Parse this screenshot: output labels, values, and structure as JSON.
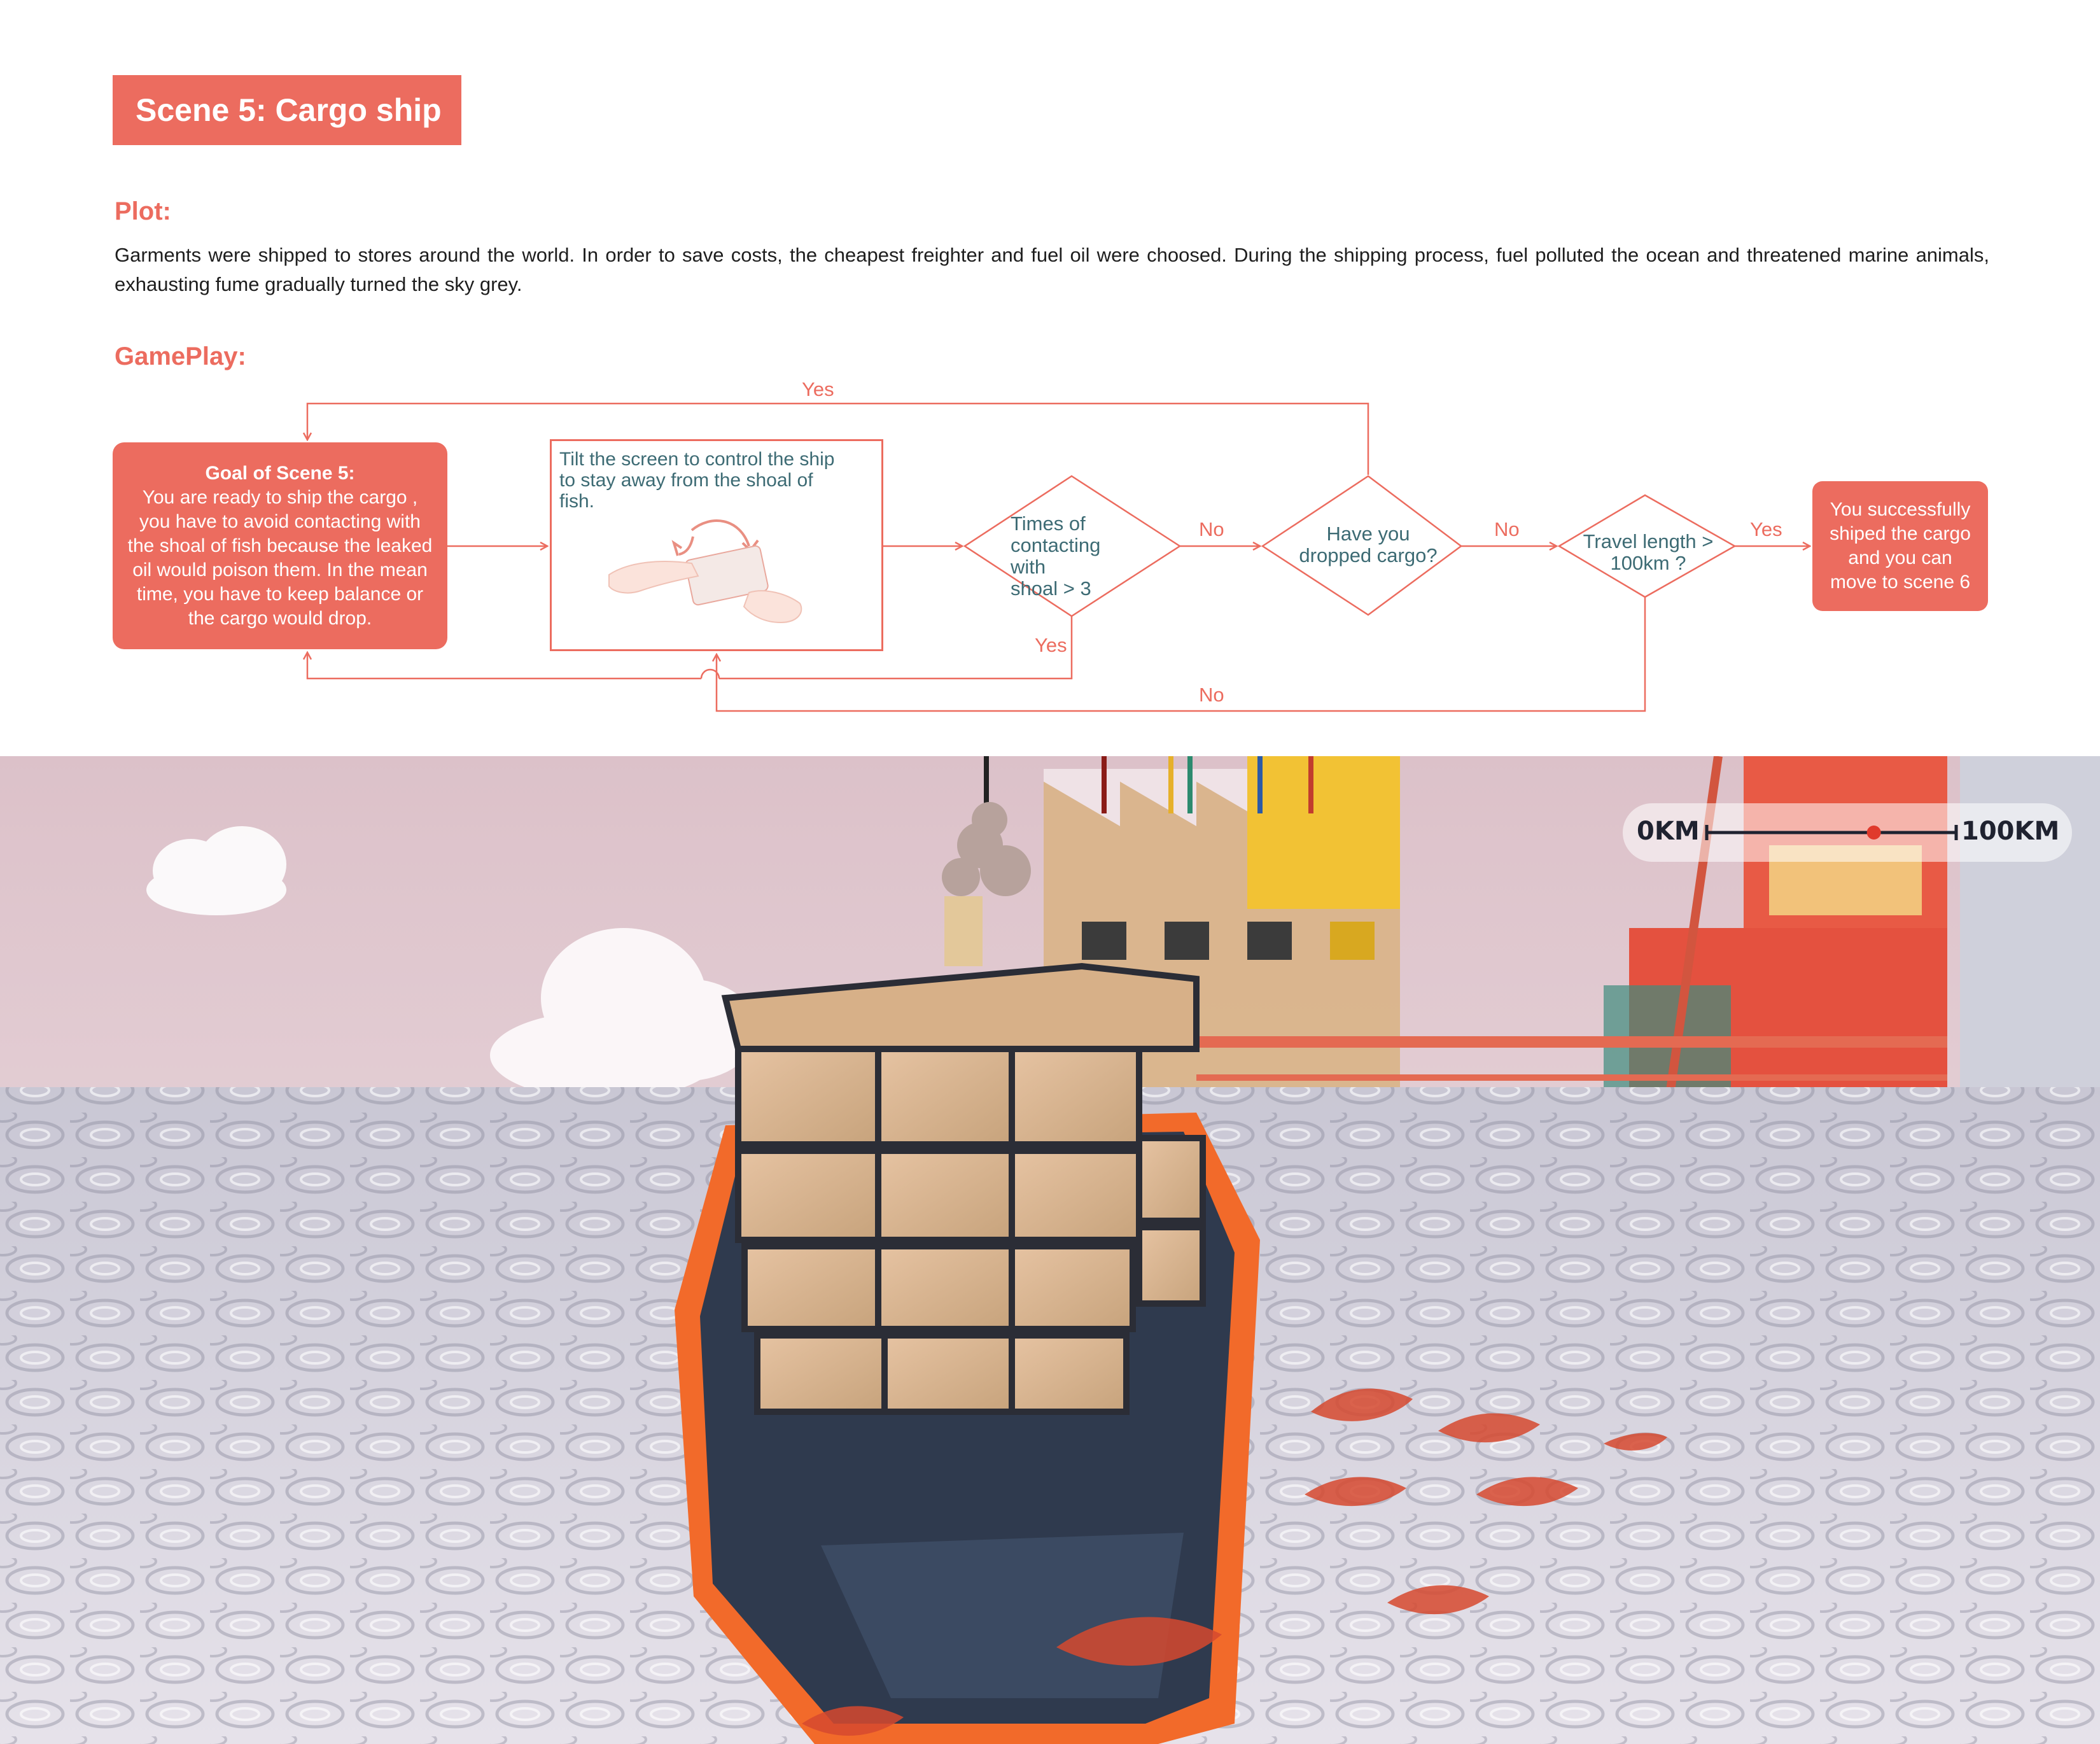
{
  "scene_title": "Scene 5: Cargo ship",
  "plot": {
    "heading": "Plot:",
    "text": "Garments were shipped to stores around the world. In order to save costs, the cheapest freighter and fuel oil were choosed. During the shipping process, fuel polluted the ocean and threatened marine animals, exhausting fume gradually turned the sky grey."
  },
  "gameplay": {
    "heading": "GamePlay:",
    "goal": {
      "title": "Goal of  Scene 5:",
      "lines": [
        "You are ready to ship the cargo ,",
        "you have to avoid contacting with",
        "the shoal of fish because the leaked",
        "oil would poison them. In the mean",
        "time, you have to keep balance or",
        "the  cargo would drop."
      ]
    },
    "tilt": {
      "lines": [
        "Tilt the screen to control the ship",
        "to stay away from the shoal of",
        "fish."
      ],
      "icon": "tilt-phone-hands-icon"
    },
    "decision_contact": [
      "Times of",
      "contacting with",
      "shoal > 3"
    ],
    "decision_dropped": [
      "Have you",
      "dropped cargo?"
    ],
    "decision_travel": [
      "Travel length >",
      "100km ?"
    ],
    "end": [
      "You successfully",
      "shiped the cargo",
      "and you can",
      "move to scene 6"
    ],
    "labels": {
      "top_yes": "Yes",
      "contact_no": "No",
      "dropped_no": "No",
      "travel_yes": "Yes",
      "contact_yes": "Yes",
      "travel_no": "No"
    }
  },
  "game_hud": {
    "start_label": "0KM",
    "end_label": "100KM",
    "progress": 0.67
  },
  "colors": {
    "accent": "#ec6c5f",
    "node_text": "#3d6b74"
  }
}
